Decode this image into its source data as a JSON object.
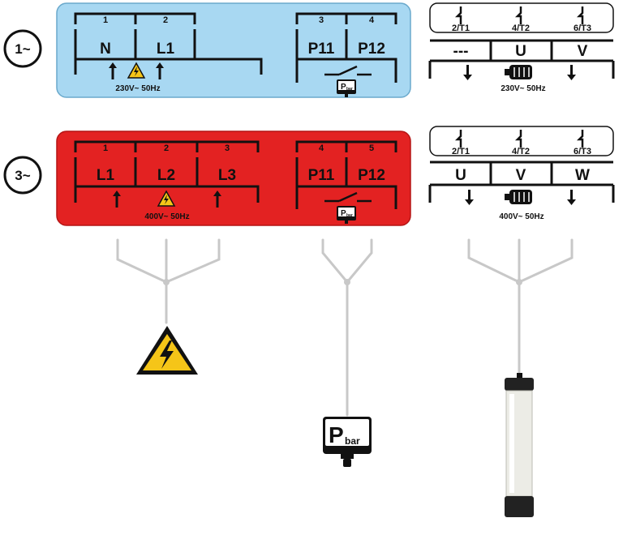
{
  "single_phase": {
    "phase_label": "1~",
    "colors": {
      "panel": "#a8d8f2"
    },
    "supply": {
      "numbers": [
        "1",
        "2"
      ],
      "terminals": [
        "N",
        "L1"
      ],
      "voltage": "230V~ 50Hz"
    },
    "switch": {
      "numbers": [
        "3",
        "4"
      ],
      "terminals": [
        "P11",
        "P12"
      ],
      "sensor_main": "P",
      "sensor_sub": "bar"
    },
    "motor": {
      "top_labels": [
        "2/T1",
        "4/T2",
        "6/T3"
      ],
      "terminals": [
        "---",
        "U",
        "V"
      ],
      "voltage": "230V~ 50Hz"
    }
  },
  "three_phase": {
    "phase_label": "3~",
    "colors": {
      "panel": "#e32222"
    },
    "supply": {
      "numbers": [
        "1",
        "2",
        "3"
      ],
      "terminals": [
        "L1",
        "L2",
        "L3"
      ],
      "voltage": "400V~ 50Hz"
    },
    "switch": {
      "numbers": [
        "4",
        "5"
      ],
      "terminals": [
        "P11",
        "P12"
      ],
      "sensor_main": "P",
      "sensor_sub": "bar"
    },
    "motor": {
      "top_labels": [
        "2/T1",
        "4/T2",
        "6/T3"
      ],
      "terminals": [
        "U",
        "V",
        "W"
      ],
      "voltage": "400V~ 50Hz"
    }
  },
  "bottom": {
    "sensor_main": "P",
    "sensor_sub": "bar",
    "colors": {
      "wire": "#c8c8c8",
      "hazard": "#f5c518"
    }
  }
}
